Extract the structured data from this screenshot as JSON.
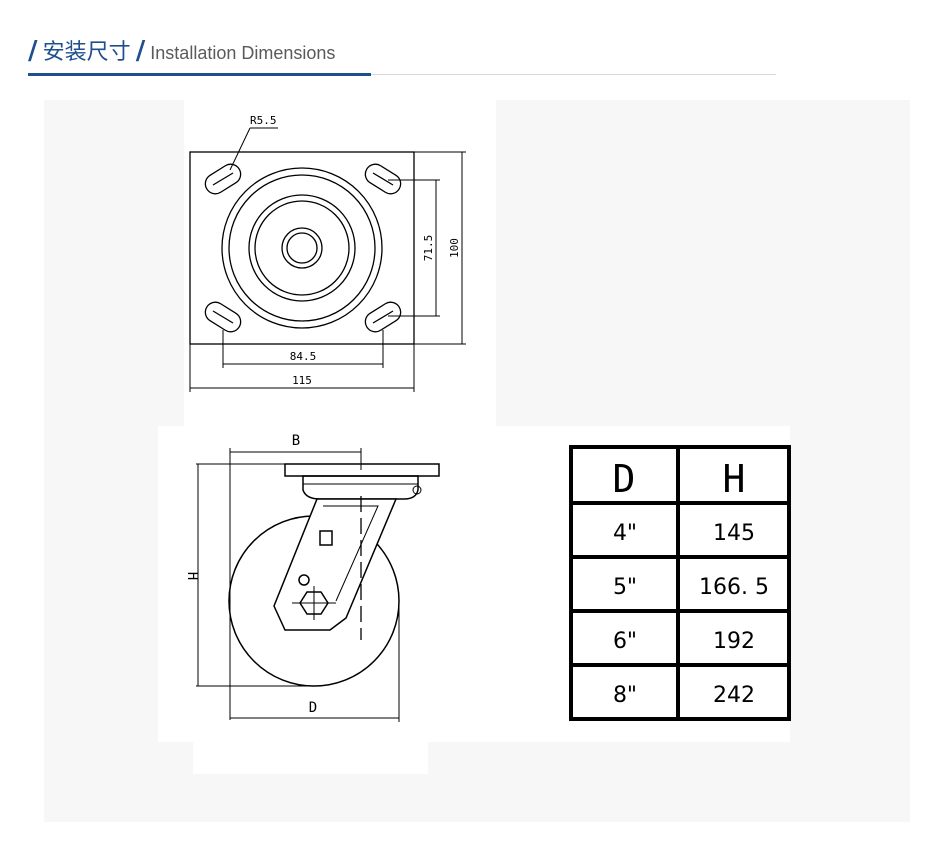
{
  "header": {
    "title_cn": "安装尺寸",
    "title_en": "Installation Dimensions",
    "accent_color": "#1f4f8f"
  },
  "top_view": {
    "radius_label": "R5.5",
    "width_label": "115",
    "hole_width_label": "84.5",
    "height_label": "100",
    "hole_height_label": "71.5"
  },
  "side_view": {
    "b_label": "B",
    "h_label": "H",
    "d_label": "D"
  },
  "size_table": {
    "headers": [
      "D",
      "H"
    ],
    "rows": [
      [
        "4\"",
        "145"
      ],
      [
        "5\"",
        "166. 5"
      ],
      [
        "6\"",
        "192"
      ],
      [
        "8\"",
        "242"
      ]
    ]
  }
}
